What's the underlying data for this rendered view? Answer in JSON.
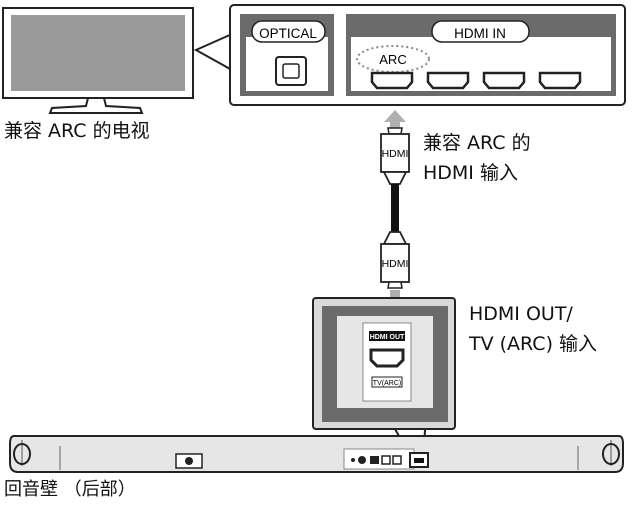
{
  "tv": {
    "label": "兼容 ARC 的电视"
  },
  "tv_panel": {
    "optical_label": "OPTICAL",
    "hdmi_in_label": "HDMI IN",
    "arc_label": "ARC"
  },
  "cable": {
    "plug_label": "HDMI",
    "label_line1": "兼容 ARC 的",
    "label_line2": "HDMI 输入"
  },
  "soundbar": {
    "hdmi_out_label": "HDMI OUT",
    "tv_arc_label": "TV(ARC)",
    "port_label_line1": "HDMI OUT/",
    "port_label_line2": "TV (ARC) 输入",
    "caption": "回音壁 （后部）"
  },
  "colors": {
    "tv_screen": "#9a9a9a",
    "panel_gray": "#6b6b6b",
    "soundbar_body": "#e6e6e6",
    "arrow_gray": "#b0b0b0"
  }
}
